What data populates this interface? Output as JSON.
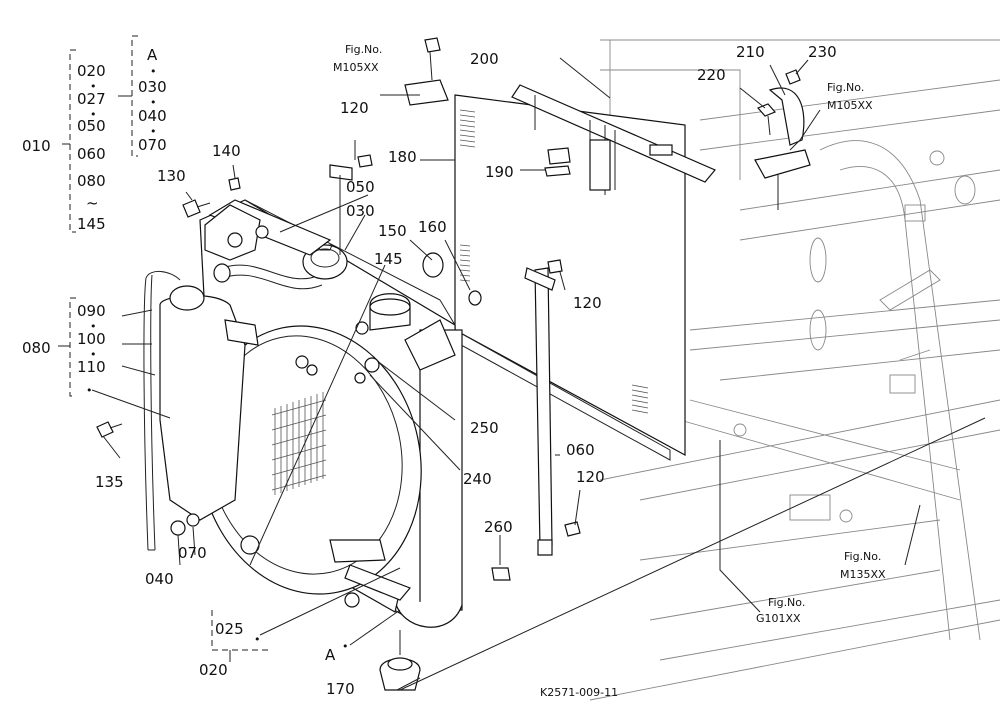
{
  "title": "K2571-009-11",
  "dot": "•",
  "group_010": {
    "id": "010",
    "items": [
      "020",
      "027",
      "050",
      "060",
      "080",
      "~",
      "145"
    ],
    "sub_items": [
      "A",
      "030",
      "040",
      "070"
    ]
  },
  "group_080": {
    "id": "080",
    "items": [
      "090",
      "100",
      "110"
    ]
  },
  "group_020": {
    "id": "020",
    "items": [
      "025"
    ]
  },
  "callouts": {
    "c120a": "120",
    "c120b": "120",
    "c120c": "120",
    "c130": "130",
    "c135": "135",
    "c140": "140",
    "c145": "145",
    "c150": "150",
    "c160": "160",
    "c170": "170",
    "c180": "180",
    "c190": "190",
    "c200": "200",
    "c210": "210",
    "c220": "220",
    "c230": "230",
    "c240": "240",
    "c250": "250",
    "c260": "260",
    "c050": "050",
    "c030": "030",
    "c060": "060",
    "c040": "040",
    "c070": "070",
    "cA": "A"
  },
  "fig_refs": {
    "ref1": {
      "label": "Fig.No.",
      "code": "M105XX"
    },
    "ref2": {
      "label": "Fig.No.",
      "code": "M105XX"
    },
    "ref3": {
      "label": "Fig.No.",
      "code": "M135XX"
    },
    "ref4": {
      "label": "Fig.No.",
      "code": "G101XX"
    }
  }
}
